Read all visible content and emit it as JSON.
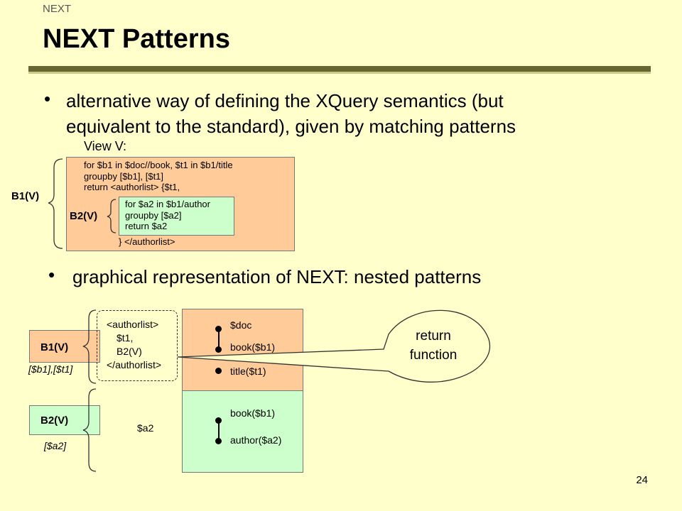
{
  "header": {
    "kicker": "NEXT",
    "title": "NEXT Patterns"
  },
  "bullets": [
    {
      "line1": "alternative way of defining the XQuery semantics (but",
      "line2": "equivalent to the standard), given by matching patterns"
    },
    {
      "line1": "graphical representation of NEXT: nested patterns"
    }
  ],
  "view": {
    "caption": "View V:",
    "outer_label": "B1(V)",
    "inner_label": "B2(V)",
    "outer_lines": [
      "for $b1 in $doc//book, $t1 in $b1/title",
      "groupby [$b1], [$t1]",
      "return  <authorlist> {$t1,"
    ],
    "inner_lines": [
      "for $a2 in $b1/author",
      "groupby [$a2]",
      "return $a2"
    ],
    "closing_line": "} </authorlist>"
  },
  "pattern": {
    "b1_label": "B1(V)",
    "b1_groupby": "[$b1],[$t1]",
    "b2_label": "B2(V)",
    "b2_groupby": "[$a2]",
    "return_lines": [
      "<authorlist>",
      "$t1,",
      "B2(V)",
      "</authorlist>"
    ],
    "b2_return": "$a2",
    "top_nodes": [
      "$doc",
      "book($b1)",
      "title($t1)"
    ],
    "bottom_nodes": [
      "book($b1)",
      "author($a2)"
    ],
    "callout_lines": [
      "return",
      "function"
    ]
  },
  "footer": {
    "page_number": "24"
  },
  "colors": {
    "background": "#ffffcc",
    "orange_box": "#ffcc99",
    "green_box": "#ccffcc",
    "rule": "#666633"
  }
}
